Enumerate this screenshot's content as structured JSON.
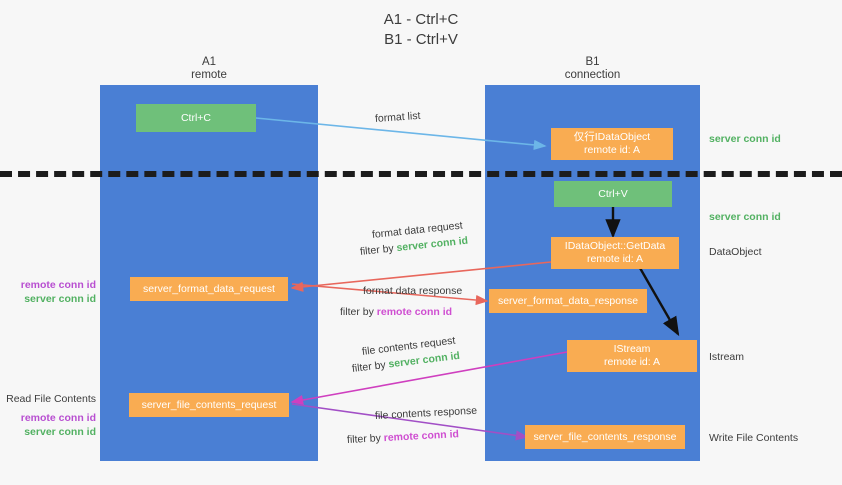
{
  "title": {
    "line1": "A1 - Ctrl+C",
    "line2": "B1 - Ctrl+V"
  },
  "lanes": [
    {
      "id": "a1",
      "name": "A1",
      "sub": "remote"
    },
    {
      "id": "b1",
      "name": "B1",
      "sub": "connection"
    }
  ],
  "boxes": {
    "ctrl_c": {
      "line1": "Ctrl+C",
      "line2": ""
    },
    "idataobject_clipboard": {
      "line1": "仅行IDataObject",
      "line2": "remote id: A"
    },
    "ctrl_v": {
      "line1": "Ctrl+V",
      "line2": ""
    },
    "idataobject_getdata": {
      "line1": "IDataObject::GetData",
      "line2": "remote id: A"
    },
    "istream": {
      "line1": "IStream",
      "line2": "remote id: A"
    },
    "server_format_data_request": {
      "line1": "server_format_data_request",
      "line2": ""
    },
    "server_format_data_response": {
      "line1": "server_format_data_response",
      "line2": ""
    },
    "server_file_contents_request": {
      "line1": "server_file_contents_request",
      "line2": ""
    },
    "server_file_contents_response": {
      "line1": "server_file_contents_response",
      "line2": ""
    }
  },
  "mid_labels": {
    "format_list": "format list",
    "format_data_request": "format data request",
    "format_data_request_filter_prefix": "filter by ",
    "format_data_request_filter_value": "server conn id",
    "format_data_response": "format data response",
    "format_data_response_filter_prefix": "filter by ",
    "format_data_response_filter_value": "remote conn id",
    "file_contents_request": "file contents request",
    "file_contents_request_filter_prefix": "filter by ",
    "file_contents_request_filter_value": "server conn id",
    "file_contents_response": "file contents response",
    "file_contents_response_filter_prefix": "filter by ",
    "file_contents_response_filter_value": "remote conn id"
  },
  "right_labels": {
    "server_conn_id_top": "server conn id",
    "server_conn_id_second": "server conn id",
    "dataobject": "DataObject",
    "istream": "Istream",
    "write_file_contents": "Write File Contents"
  },
  "left_labels": {
    "remote_conn_id_1": "remote conn id",
    "server_conn_id_1": "server conn id",
    "read_file_contents": "Read File Contents",
    "remote_conn_id_2": "remote conn id",
    "server_conn_id_2": "server conn id"
  },
  "colors": {
    "lane": "#4a7fd4",
    "green_box": "#6fc07a",
    "orange_box": "#f9ac52",
    "green_text": "#52b162",
    "purple_text": "#b84fd1",
    "magenta_text": "#cf4fd1",
    "light_blue_arrow": "#6cb6e8",
    "red_arrow": "#e8675c",
    "magenta_arrow": "#cf3fbf",
    "purple_arrow": "#a24fc6",
    "black_arrow": "#111111",
    "background": "#f7f7f7"
  }
}
